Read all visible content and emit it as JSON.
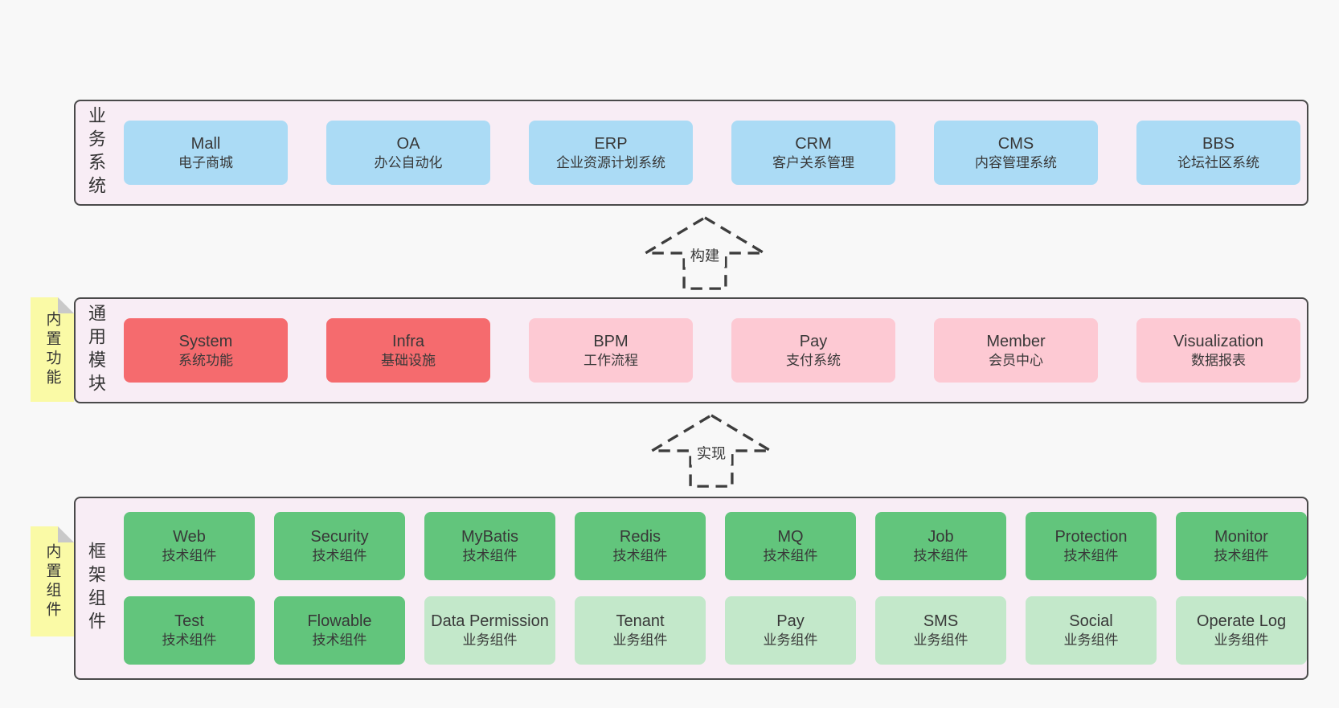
{
  "colors": {
    "page_background": "#f8f8f8",
    "band_background": "#f8edf5",
    "band_border": "#4a4a4a",
    "box_blue": "#abdbf5",
    "box_red": "#f56b6e",
    "box_pink": "#fdc9d3",
    "box_green": "#62c57c",
    "box_lightgreen": "#c3e8ca",
    "sticky_yellow": "#fafaa6",
    "text": "#383838"
  },
  "arrows": {
    "build": "构建",
    "implement": "实现"
  },
  "business": {
    "label": "业务系统",
    "boxes": [
      {
        "title": "Mall",
        "subtitle": "电子商城"
      },
      {
        "title": "OA",
        "subtitle": "办公自动化"
      },
      {
        "title": "ERP",
        "subtitle": "企业资源计划系统"
      },
      {
        "title": "CRM",
        "subtitle": "客户关系管理"
      },
      {
        "title": "CMS",
        "subtitle": "内容管理系统"
      },
      {
        "title": "BBS",
        "subtitle": "论坛社区系统"
      }
    ]
  },
  "modules": {
    "label": "通用模块",
    "sticky": "内置功能",
    "boxes": [
      {
        "title": "System",
        "subtitle": "系统功能",
        "variant": "red"
      },
      {
        "title": "Infra",
        "subtitle": "基础设施",
        "variant": "red"
      },
      {
        "title": "BPM",
        "subtitle": "工作流程",
        "variant": "pink"
      },
      {
        "title": "Pay",
        "subtitle": "支付系统",
        "variant": "pink"
      },
      {
        "title": "Member",
        "subtitle": "会员中心",
        "variant": "pink"
      },
      {
        "title": "Visualization",
        "subtitle": "数据报表",
        "variant": "pink"
      }
    ]
  },
  "components": {
    "label": "框架组件",
    "sticky": "内置组件",
    "row1": [
      {
        "title": "Web",
        "subtitle": "技术组件",
        "variant": "green"
      },
      {
        "title": "Security",
        "subtitle": "技术组件",
        "variant": "green"
      },
      {
        "title": "MyBatis",
        "subtitle": "技术组件",
        "variant": "green"
      },
      {
        "title": "Redis",
        "subtitle": "技术组件",
        "variant": "green"
      },
      {
        "title": "MQ",
        "subtitle": "技术组件",
        "variant": "green"
      },
      {
        "title": "Job",
        "subtitle": "技术组件",
        "variant": "green"
      },
      {
        "title": "Protection",
        "subtitle": "技术组件",
        "variant": "green"
      },
      {
        "title": "Monitor",
        "subtitle": "技术组件",
        "variant": "green"
      }
    ],
    "row2": [
      {
        "title": "Test",
        "subtitle": "技术组件",
        "variant": "green"
      },
      {
        "title": "Flowable",
        "subtitle": "技术组件",
        "variant": "green"
      },
      {
        "title": "Data Permission",
        "subtitle": "业务组件",
        "variant": "lightgreen"
      },
      {
        "title": "Tenant",
        "subtitle": "业务组件",
        "variant": "lightgreen"
      },
      {
        "title": "Pay",
        "subtitle": "业务组件",
        "variant": "lightgreen"
      },
      {
        "title": "SMS",
        "subtitle": "业务组件",
        "variant": "lightgreen"
      },
      {
        "title": "Social",
        "subtitle": "业务组件",
        "variant": "lightgreen"
      },
      {
        "title": "Operate Log",
        "subtitle": "业务组件",
        "variant": "lightgreen"
      }
    ]
  }
}
